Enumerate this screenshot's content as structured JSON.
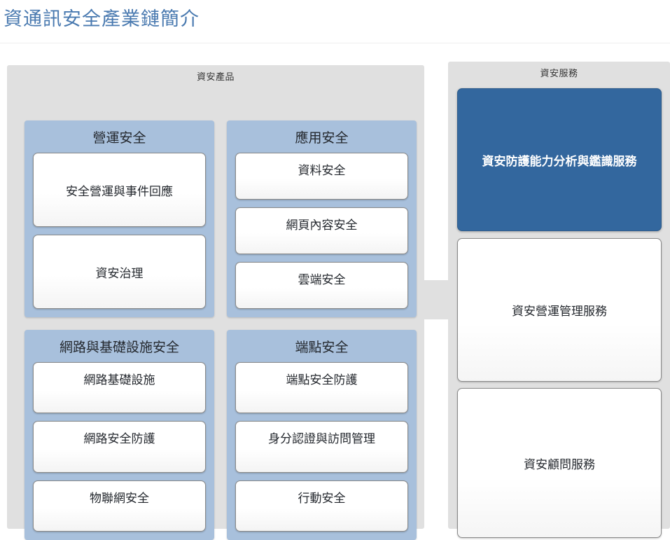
{
  "header": {
    "title": "資通訊安全產業鏈簡介",
    "title_color": "#4a7ab0"
  },
  "colors": {
    "panel_bg": "#e0e0e0",
    "group_bg": "#a8c0dc",
    "card_bg": "#ffffff",
    "highlight_bg": "#33679e",
    "highlight_text": "#ffffff",
    "text": "#24282e",
    "divider": "#6f6f6f"
  },
  "panels": [
    {
      "id": "products",
      "title": "資安產品",
      "groups": [
        {
          "id": "operation",
          "title": "營運安全",
          "items": [
            "安全營運與事件回應",
            "資安治理"
          ]
        },
        {
          "id": "application",
          "title": "應用安全",
          "items": [
            "資料安全",
            "網頁內容安全",
            "雲端安全"
          ]
        },
        {
          "id": "network",
          "title": "網路與基礎設施安全",
          "items": [
            "網路基礎設施",
            "網路安全防護",
            "物聯網安全"
          ]
        },
        {
          "id": "endpoint",
          "title": "端點安全",
          "items": [
            "端點安全防護",
            "身分認證與訪問管理",
            "行動安全"
          ]
        }
      ]
    },
    {
      "id": "services",
      "title": "資安服務",
      "cards": [
        {
          "label": "資安防護能力分析與鑑識服務",
          "highlighted": true
        },
        {
          "label": "資安營運管理服務",
          "highlighted": false
        },
        {
          "label": "資安顧問服務",
          "highlighted": false
        }
      ]
    }
  ]
}
